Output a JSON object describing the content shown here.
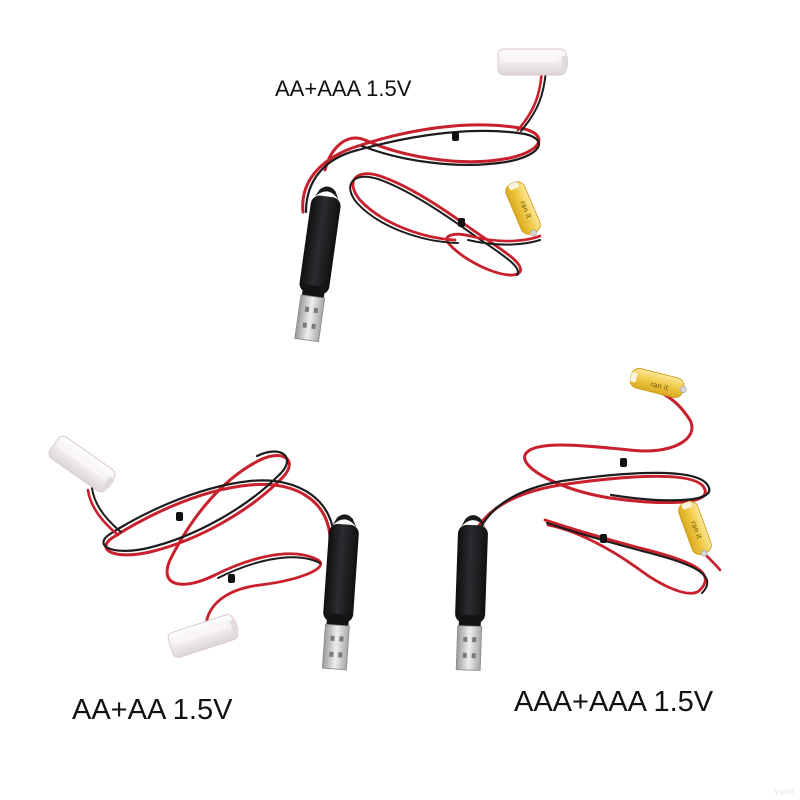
{
  "captions": {
    "top": "AA+AAA 1.5V",
    "left": "AA+AA 1.5V",
    "right": "AAA+AAA 1.5V"
  },
  "battery_labels": [
    "ran it"
  ],
  "watermark": "yuan",
  "colors": {
    "background": "#ffffff",
    "wire_red": "#c8202c",
    "wire_black": "#1c1c1c",
    "usb_body": "#1e1e20",
    "usb_plug_metal": "#c9c9c9",
    "aa_shell": "#f3f1f1",
    "aaa_shell": "#f2cf4a"
  }
}
